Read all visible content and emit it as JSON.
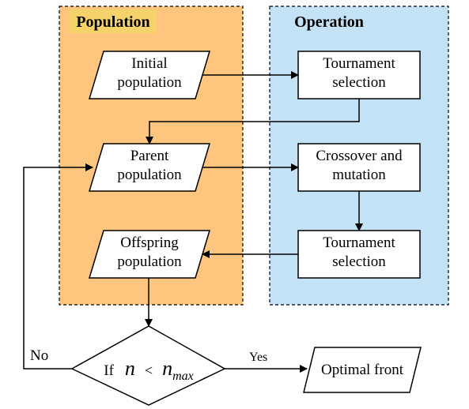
{
  "groups": {
    "population": {
      "title": "Population",
      "fill": "#fdc57e"
    },
    "operation": {
      "title": "Operation",
      "fill": "#c4e2f5"
    }
  },
  "nodes": {
    "initial_population": [
      "Initial",
      "population"
    ],
    "parent_population": [
      "Parent",
      "population"
    ],
    "offspring_population": [
      "Offspring",
      "population"
    ],
    "tournament_selection_1": [
      "Tournament",
      "selection"
    ],
    "crossover_mutation": [
      "Crossover and",
      "mutation"
    ],
    "tournament_selection_2": [
      "Tournament",
      "selection"
    ],
    "optimal_front": "Optimal front"
  },
  "decision": {
    "prefix": "If",
    "var": "n",
    "op": "<",
    "limit_var": "n",
    "limit_sub": "max"
  },
  "edge_labels": {
    "no": "No",
    "yes": "Yes"
  }
}
